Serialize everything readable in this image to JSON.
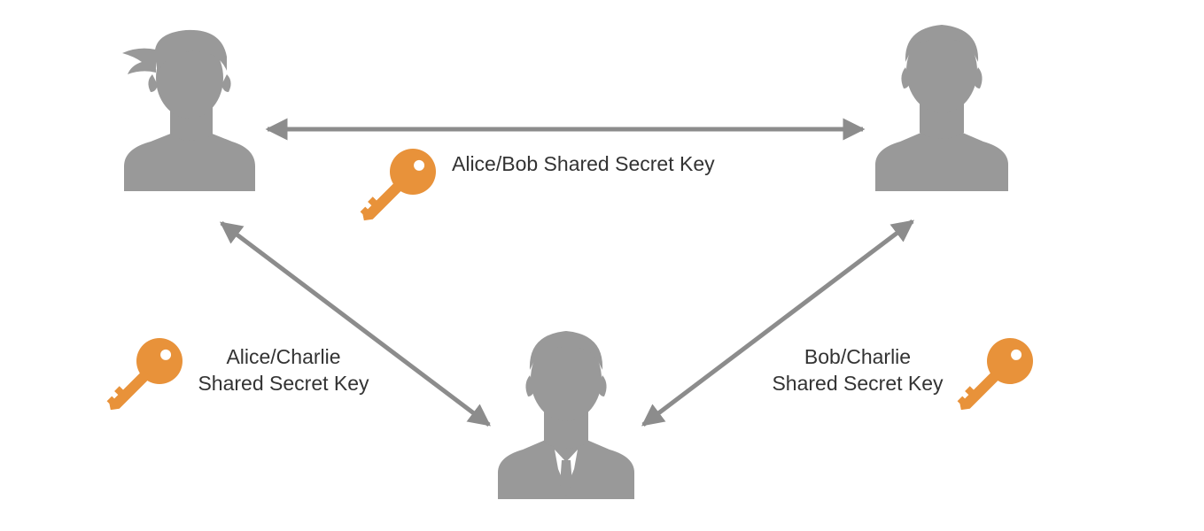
{
  "diagram": {
    "people": [
      {
        "icon": "person-silhouette-icon"
      },
      {
        "icon": "person-silhouette-icon"
      },
      {
        "icon": "person-silhouette-icon"
      }
    ],
    "connections": [
      {
        "label_lines": [
          "Alice/Bob Shared Secret Key"
        ],
        "icon": "key-icon"
      },
      {
        "label_lines": [
          "Alice/Charlie",
          "Shared Secret Key"
        ],
        "icon": "key-icon"
      },
      {
        "label_lines": [
          "Bob/Charlie",
          "Shared Secret Key"
        ],
        "icon": "key-icon"
      }
    ],
    "colors": {
      "person": "#999999",
      "arrow": "#8c8c8c",
      "key": "#e8923a",
      "text": "#333333",
      "background": "#ffffff"
    }
  }
}
